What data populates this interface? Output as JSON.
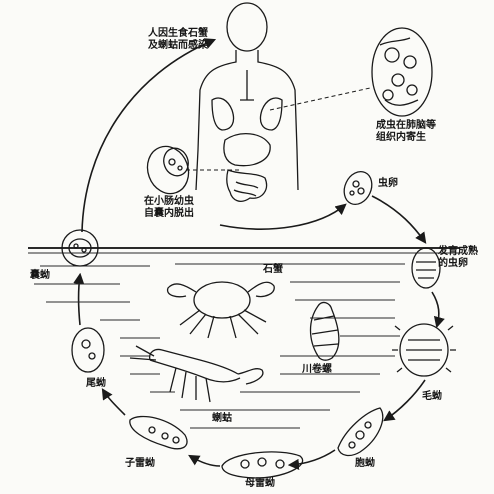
{
  "diagram": {
    "labels": {
      "infection": "人因生食石蟹\n及蝲蛄而感染",
      "adult_parasite": "成虫在肺脑等\n组织内寄生",
      "egg": "虫卵",
      "excyst": "在小肠幼虫\n自囊内脱出",
      "matured_egg": "发育成熟\n的虫卵",
      "crab": "石蟹",
      "metacercaria": "囊蚴",
      "snail": "川卷螺",
      "miracidium": "毛蚴",
      "cercaria": "尾蚴",
      "crayfish": "蝲蛄",
      "sporocyst": "胞蚴",
      "daughter_redia": "子雷蚴",
      "mother_redia": "母雷蚴"
    },
    "colors": {
      "ink": "#1a1a1a",
      "paper": "#fbfbf8",
      "water": "#2a2a2a"
    }
  }
}
